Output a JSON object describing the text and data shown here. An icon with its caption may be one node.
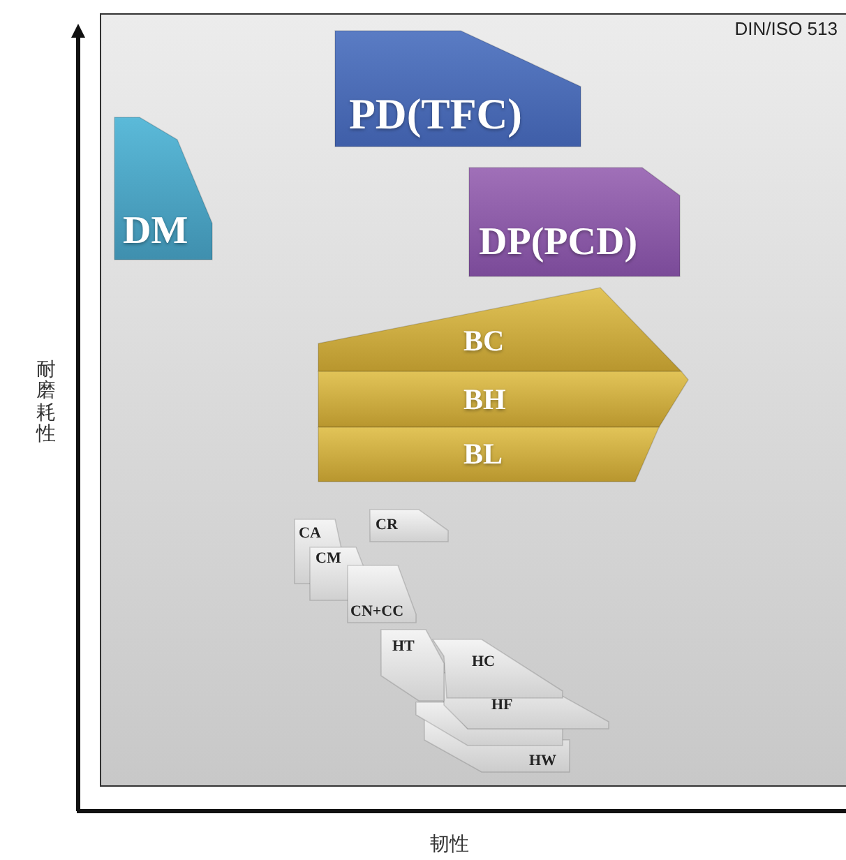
{
  "diagram": {
    "nodes": [
      {
        "text": [
          "PD(TFC)"
        ]
      },
      {
        "text": [
          "DM"
        ]
      },
      {
        "text": [
          "DP(PCD)"
        ]
      },
      {
        "text": [
          "BC"
        ]
      },
      {
        "text": [
          "BH"
        ]
      },
      {
        "text": [
          "BL"
        ]
      },
      {
        "text": [
          "CR"
        ]
      },
      {
        "text": [
          "CA"
        ]
      },
      {
        "text": [
          "CM"
        ]
      },
      {
        "text": [
          "CN+CC"
        ]
      },
      {
        "text": [
          "HT"
        ]
      },
      {
        "text": [
          "HC"
        ]
      },
      {
        "text": [
          "HF"
        ]
      },
      {
        "text": [],
        "shape": "box"
      },
      {
        "text": [
          "HW"
        ]
      }
    ],
    "labels": [
      "DIN/ISO 513",
      "耐磨耗性",
      "韧性"
    ]
  }
}
